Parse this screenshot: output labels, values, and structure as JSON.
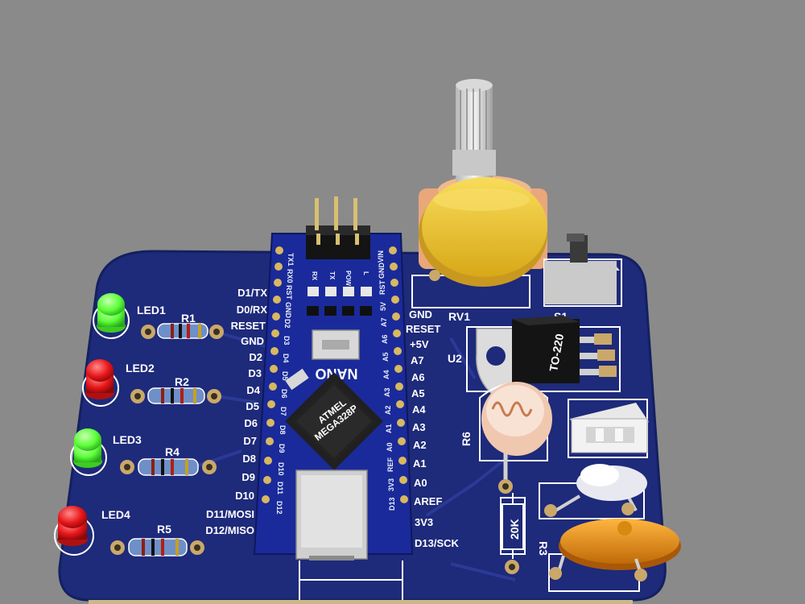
{
  "board": {
    "led_labels": [
      "LED1",
      "LED2",
      "LED3",
      "LED4"
    ],
    "resistor_labels": [
      "R1",
      "R2",
      "R4",
      "R5"
    ],
    "left_header_pins": [
      "D1/TX",
      "D0/RX",
      "RESET",
      "GND",
      "D2",
      "D3",
      "D4",
      "D5",
      "D6",
      "D7",
      "D8",
      "D9",
      "D10",
      "D11/MOSI",
      "D12/MISO"
    ],
    "right_header_pins": [
      "GND",
      "RESET",
      "+5V",
      "A7",
      "A6",
      "A5",
      "A4",
      "A3",
      "A2",
      "A1",
      "A0",
      "AREF",
      "3V3",
      "D13/SCK"
    ],
    "nano_left_pins": [
      "TX1",
      "RX0",
      "RST",
      "GND",
      "D2",
      "D3",
      "D4",
      "D5",
      "D6",
      "D7",
      "D8",
      "D9",
      "D10",
      "D11",
      "D12"
    ],
    "nano_right_pins": [
      "VIN",
      "GND",
      "RST",
      "5V",
      "A7",
      "A6",
      "A5",
      "A4",
      "A3",
      "A2",
      "A1",
      "A0",
      "REF",
      "3V3",
      "D13"
    ],
    "nano_leds": [
      "RX",
      "TX",
      "POW",
      "L"
    ],
    "nano_name": "NANO",
    "chip_line1": "ATMEL",
    "chip_line2": "MEGA328P",
    "rv1": "RV1",
    "s1": "S1",
    "u2": "U2",
    "regulator": "TO-220",
    "r6": "R6",
    "r3": "R3",
    "r3_value": "20K"
  },
  "colors": {
    "background": "#8a8a8a",
    "pcb": "#1e2a7a",
    "led_green": "#5cff3a",
    "led_red": "#e8161a",
    "knob": "#f2cf3a",
    "buzzer": "#f0a020"
  }
}
